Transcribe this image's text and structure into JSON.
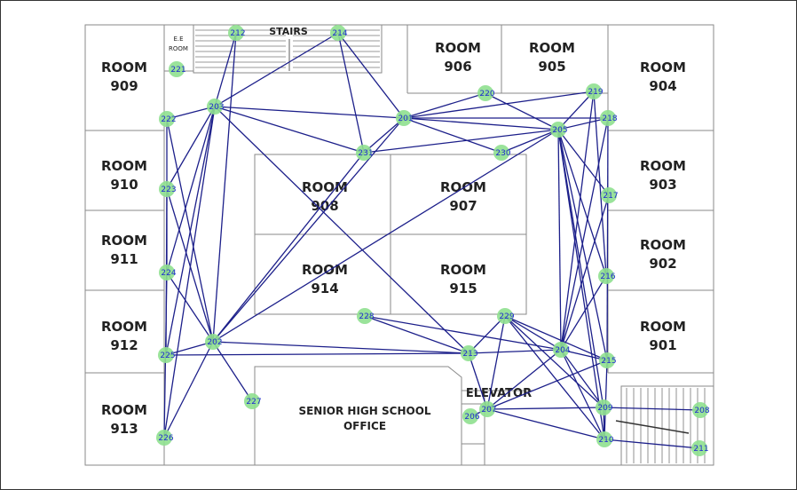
{
  "rooms": {
    "r909": [
      "ROOM",
      "909"
    ],
    "r906": [
      "ROOM",
      "906"
    ],
    "r905": [
      "ROOM",
      "905"
    ],
    "r904": [
      "ROOM",
      "904"
    ],
    "r910": [
      "ROOM",
      "910"
    ],
    "r903": [
      "ROOM",
      "903"
    ],
    "r908": [
      "ROOM",
      "908"
    ],
    "r907": [
      "ROOM",
      "907"
    ],
    "r911": [
      "ROOM",
      "911"
    ],
    "r902": [
      "ROOM",
      "902"
    ],
    "r914": [
      "ROOM",
      "914"
    ],
    "r915": [
      "ROOM",
      "915"
    ],
    "r912": [
      "ROOM",
      "912"
    ],
    "r901": [
      "ROOM",
      "901"
    ],
    "r913": [
      "ROOM",
      "913"
    ],
    "office": [
      "SENIOR HIGH SCHOOL",
      "OFFICE"
    ]
  },
  "labels": {
    "stairs": "STAIRS",
    "ee_room": [
      "E.E",
      "ROOM"
    ],
    "elevator": "ELEVATOR"
  },
  "nodes": [
    "201",
    "202",
    "203",
    "204",
    "205",
    "206",
    "207",
    "208",
    "209",
    "210",
    "211",
    "212",
    "213",
    "214",
    "215",
    "216",
    "217",
    "218",
    "219",
    "220",
    "221",
    "222",
    "223",
    "224",
    "225",
    "226",
    "227",
    "228",
    "229",
    "230",
    "231"
  ],
  "edges": [
    [
      "212",
      "203"
    ],
    [
      "212",
      "202"
    ],
    [
      "214",
      "203"
    ],
    [
      "214",
      "231"
    ],
    [
      "214",
      "201"
    ],
    [
      "203",
      "231"
    ],
    [
      "203",
      "201"
    ],
    [
      "203",
      "222"
    ],
    [
      "203",
      "223"
    ],
    [
      "203",
      "224"
    ],
    [
      "203",
      "225"
    ],
    [
      "203",
      "226"
    ],
    [
      "203",
      "213"
    ],
    [
      "202",
      "201"
    ],
    [
      "202",
      "205"
    ],
    [
      "202",
      "231"
    ],
    [
      "202",
      "213"
    ],
    [
      "202",
      "222"
    ],
    [
      "202",
      "223"
    ],
    [
      "202",
      "224"
    ],
    [
      "202",
      "225"
    ],
    [
      "202",
      "226"
    ],
    [
      "202",
      "227"
    ],
    [
      "222",
      "224"
    ],
    [
      "223",
      "225"
    ],
    [
      "224",
      "226"
    ],
    [
      "225",
      "213"
    ],
    [
      "213",
      "228"
    ],
    [
      "213",
      "229"
    ],
    [
      "213",
      "207"
    ],
    [
      "213",
      "204"
    ],
    [
      "201",
      "231"
    ],
    [
      "201",
      "220"
    ],
    [
      "201",
      "205"
    ],
    [
      "201",
      "219"
    ],
    [
      "201",
      "218"
    ],
    [
      "201",
      "230"
    ],
    [
      "220",
      "205"
    ],
    [
      "219",
      "205"
    ],
    [
      "218",
      "205"
    ],
    [
      "230",
      "205"
    ],
    [
      "231",
      "205"
    ],
    [
      "205",
      "217"
    ],
    [
      "205",
      "216"
    ],
    [
      "205",
      "215"
    ],
    [
      "205",
      "209"
    ],
    [
      "205",
      "210"
    ],
    [
      "205",
      "204"
    ],
    [
      "219",
      "204"
    ],
    [
      "218",
      "204"
    ],
    [
      "218",
      "215"
    ],
    [
      "219",
      "216"
    ],
    [
      "204",
      "217"
    ],
    [
      "204",
      "216"
    ],
    [
      "204",
      "215"
    ],
    [
      "204",
      "209"
    ],
    [
      "204",
      "210"
    ],
    [
      "204",
      "207"
    ],
    [
      "204",
      "228"
    ],
    [
      "204",
      "229"
    ],
    [
      "229",
      "207"
    ],
    [
      "229",
      "209"
    ],
    [
      "229",
      "210"
    ],
    [
      "229",
      "215"
    ],
    [
      "207",
      "209"
    ],
    [
      "207",
      "210"
    ],
    [
      "207",
      "206"
    ],
    [
      "207",
      "215"
    ],
    [
      "209",
      "208"
    ],
    [
      "210",
      "211"
    ],
    [
      "215",
      "210"
    ],
    [
      "209",
      "210"
    ]
  ]
}
